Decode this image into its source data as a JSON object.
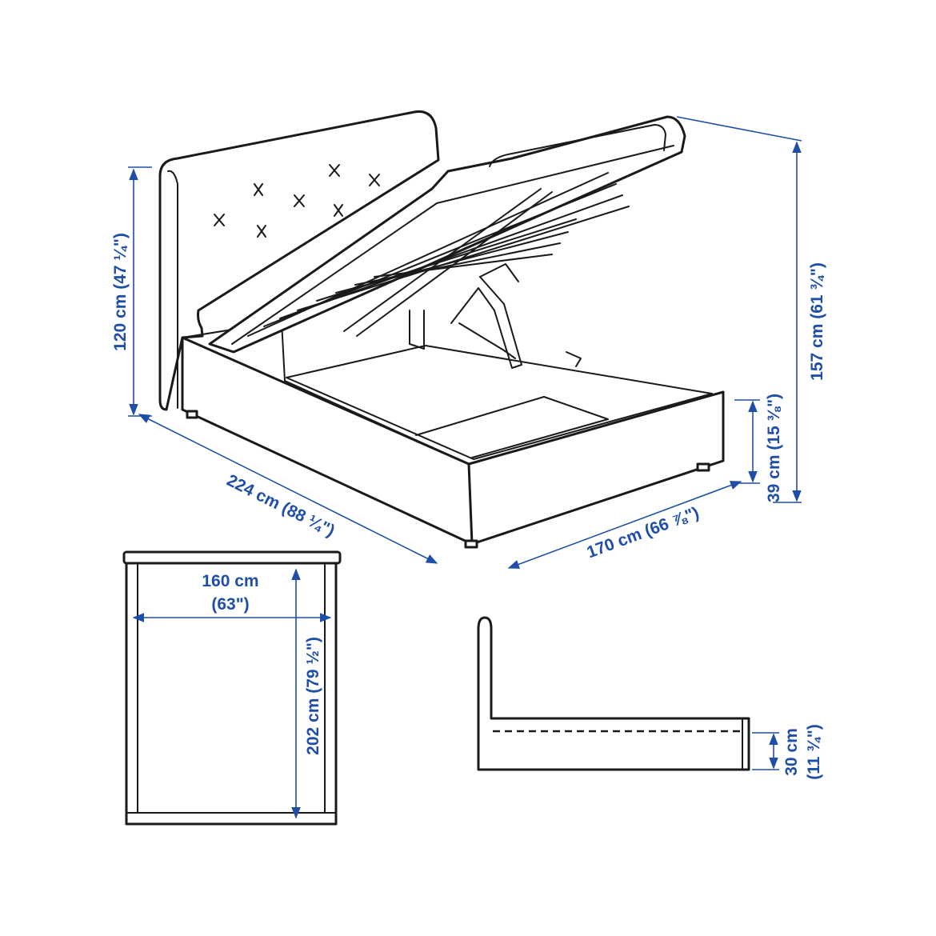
{
  "dimensions": {
    "headboard_height": "120 cm (47 ¼\")",
    "total_height": "157 cm (61 ¾\")",
    "length": "224 cm (88 ¼\")",
    "width": "170 cm (66 ⅞\")",
    "frame_height": "39 cm (15 ⅜\")",
    "mattress_width_cm": "160 cm",
    "mattress_width_in": "(63\")",
    "mattress_length": "202 cm (79 ½\")",
    "side_height_cm": "30 cm",
    "side_height_in": "(11 ¾\")"
  },
  "colors": {
    "dimension": "#1f4ea8",
    "line": "#1a1a1a",
    "background": "#ffffff"
  }
}
